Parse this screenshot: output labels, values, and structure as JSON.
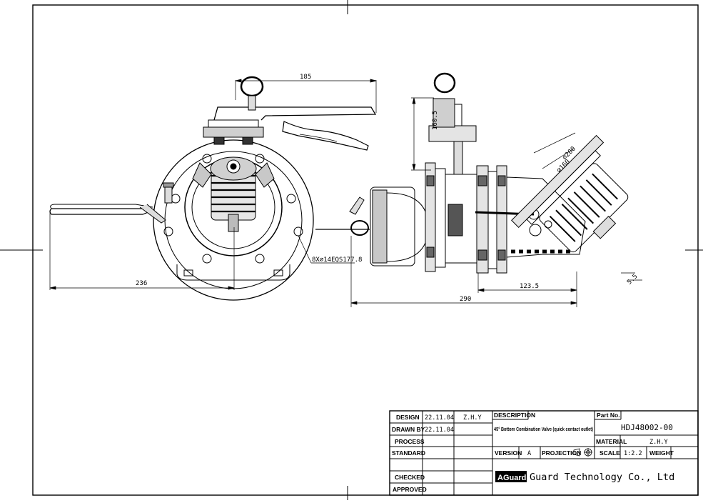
{
  "drawing": {
    "dimensions": {
      "handle_length": "185",
      "lever_reach": "236",
      "bolt_pattern": "8X⌀14EQS177.8",
      "height": "160.5",
      "dia_outer": "⌀200",
      "dia_inner": "⌀160",
      "offset": "123.5",
      "overall_length": "290",
      "flange_thk": "5.5"
    }
  },
  "title_block": {
    "design_label": "DESIGN",
    "design_date": "22.11.04",
    "design_by": "Z.H.Y",
    "drawn_by_label": "DRAWN BY",
    "drawn_date": "22.11.04",
    "process_label": "PROCESS",
    "standard_label": "STANDARD",
    "checked_label": "CHECKED",
    "approved_label": "APPROVED",
    "description_label": "DESCRIPTION",
    "description_value": "45° Bottom Combination Valve (quick contact outlet)",
    "part_no_label": "Part No.",
    "part_no_value": "HDJ48002-00",
    "material_label": "MATERIAL",
    "material_value": "Z.H.Y",
    "version_label": "VERSION",
    "version_value": "A",
    "projection_label": "PROJECTION",
    "scale_label": "SCALE",
    "scale_value": "1:2.2",
    "weight_label": "WEIGHT",
    "logo_text": "AGuard",
    "company_name": "Guard Technology Co., Ltd"
  }
}
